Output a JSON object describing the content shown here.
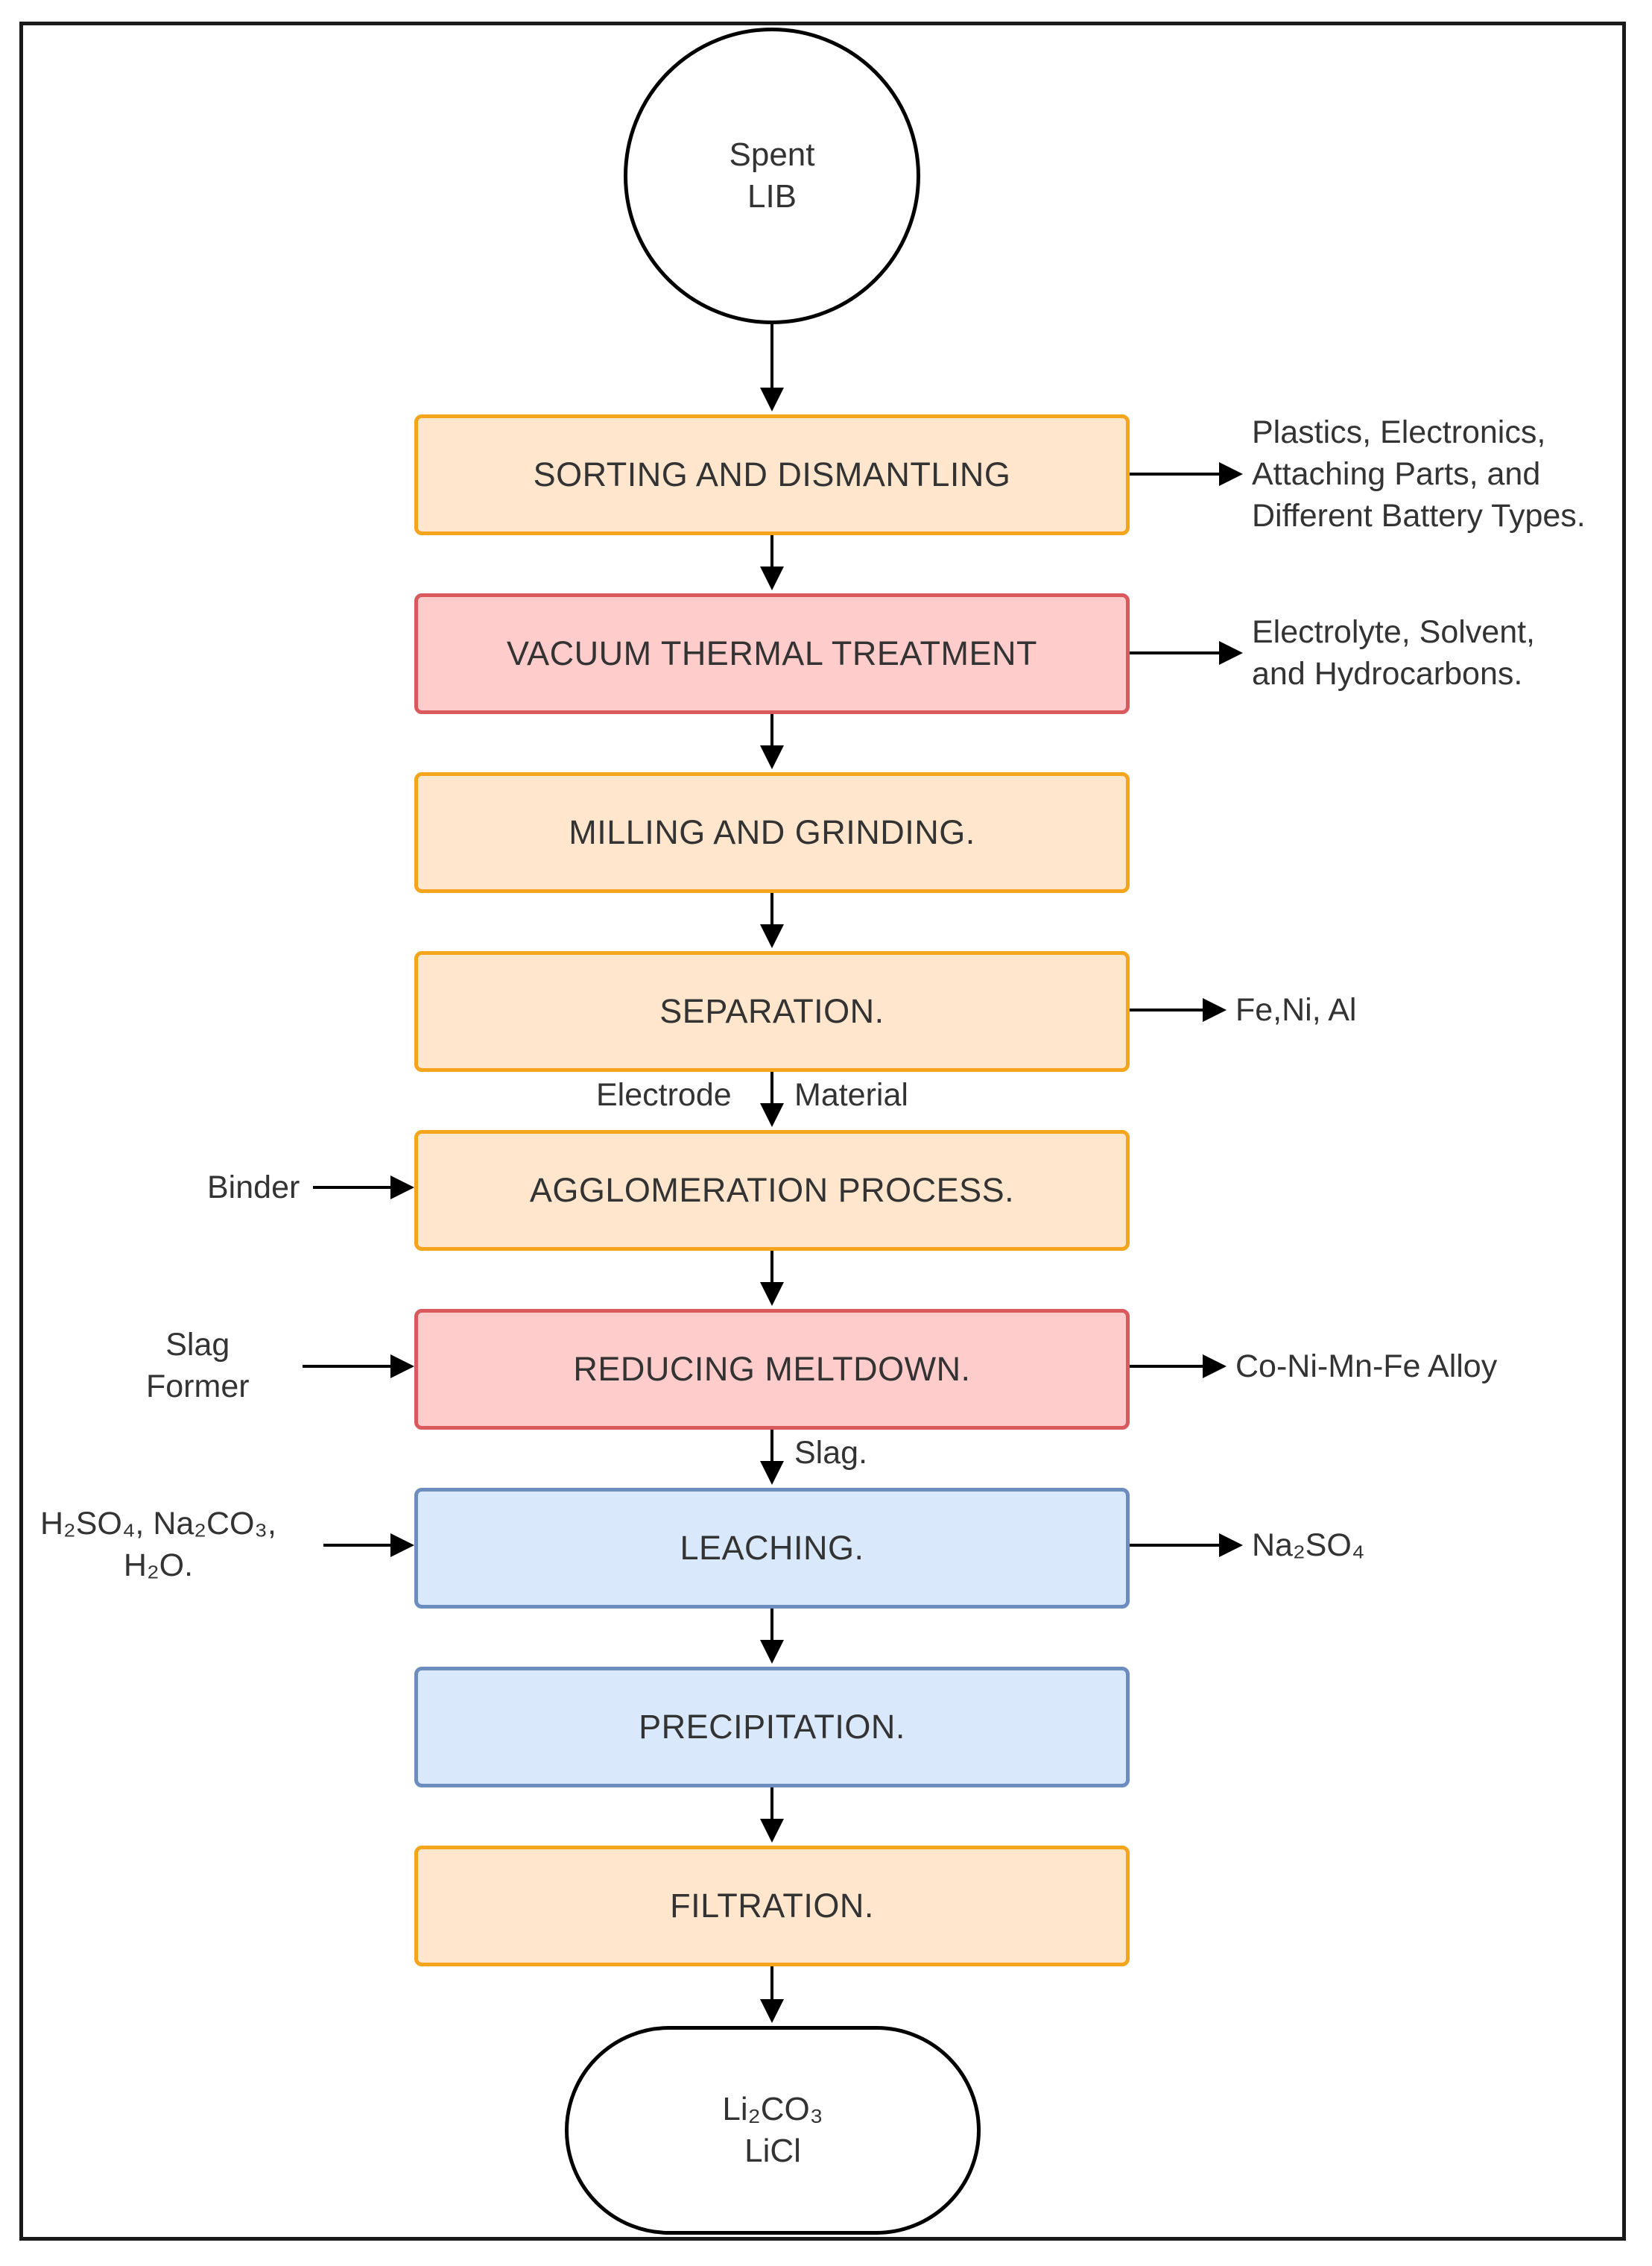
{
  "diagram": {
    "start": {
      "line1": "Spent",
      "line2": "LIB"
    },
    "steps": [
      {
        "label": "SORTING AND DISMANTLING",
        "style": "orange"
      },
      {
        "label": "VACUUM THERMAL TREATMENT",
        "style": "red"
      },
      {
        "label": "MILLING AND GRINDING.",
        "style": "orange"
      },
      {
        "label": "SEPARATION.",
        "style": "orange"
      },
      {
        "label": "AGGLOMERATION PROCESS.",
        "style": "orange"
      },
      {
        "label": "REDUCING MELTDOWN.",
        "style": "red"
      },
      {
        "label": "LEACHING.",
        "style": "blue"
      },
      {
        "label": "PRECIPITATION.",
        "style": "blue"
      },
      {
        "label": "FILTRATION.",
        "style": "orange"
      }
    ],
    "outputs": {
      "sorting": [
        "Plastics, Electronics,",
        "Attaching Parts, and",
        "Different Battery Types."
      ],
      "vacuum": [
        "Electrolyte, Solvent,",
        "and  Hydrocarbons."
      ],
      "separation": "Fe,Ni, Al",
      "meltdown": "Co-Ni-Mn-Fe Alloy",
      "leaching": "Na₂SO₄"
    },
    "inputs": {
      "agglomeration": "Binder",
      "meltdown": [
        "Slag",
        "Former"
      ],
      "leaching": [
        "H₂SO₄, Na₂CO₃,",
        "H₂O."
      ]
    },
    "flow_labels": {
      "separation_left": "Electrode",
      "separation_right": "Material",
      "meltdown_below": "Slag."
    },
    "end": {
      "line1": "Li₂CO₃",
      "line2": "LiCl"
    },
    "colors": {
      "orange_fill": "#ffe6cc",
      "orange_stroke": "#f4a51c",
      "red_fill": "#ffcccc",
      "red_stroke": "#d9595c",
      "blue_fill": "#dae8fc",
      "blue_stroke": "#6c8ebf"
    }
  }
}
